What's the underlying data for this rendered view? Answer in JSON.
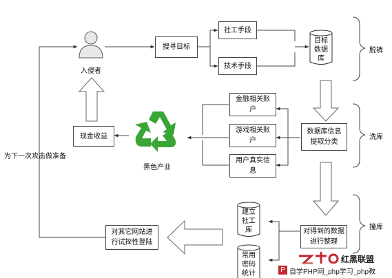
{
  "nodes": {
    "intruder": "入侵者",
    "search_target": "搜寻目标",
    "social_means": "社工手段",
    "tech_means": "技术手段",
    "target_db": "目标数据库",
    "db_info_extract": "数据库信息提取分类",
    "financial_accounts": "金融相关账户",
    "game_accounts": "游戏相关账户",
    "real_user_info": "用户真实信息",
    "black_industry": "黑色产业",
    "cash_income": "现金收益",
    "prepare_next": "为下一次攻击做准备",
    "organize_data": "对得到的数据进行整理",
    "build_social_db": "建立社工库",
    "common_password_stats": "常用密码统计",
    "probe_login": "对其它网站进行试探性登陆"
  },
  "phases": {
    "drag": "脱裤",
    "wash": "洗库",
    "stuff": "撞库"
  },
  "watermark": {
    "brand": "红黑联盟",
    "footer": "自学PHP网_php学习_php教"
  },
  "colors": {
    "recycle_green": "#3aa537",
    "big_arrow_fill": "#ffffff",
    "big_arrow_stroke": "#666666"
  }
}
